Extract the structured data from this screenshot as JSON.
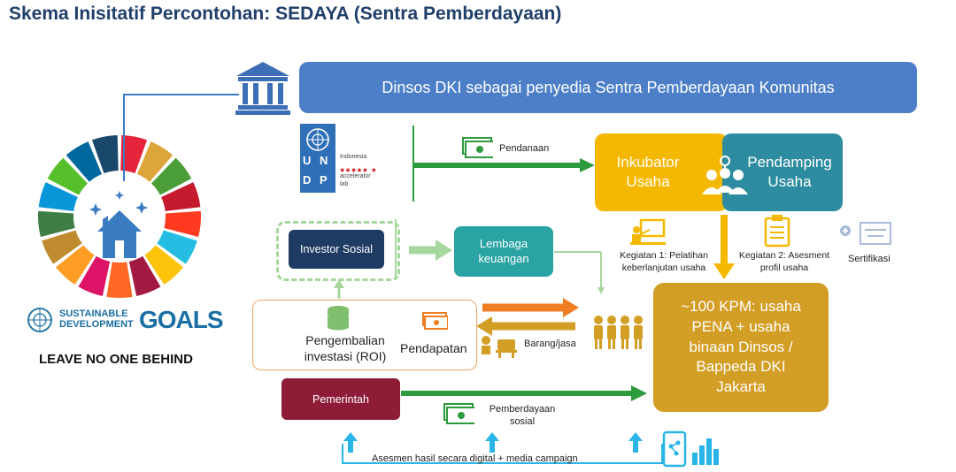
{
  "title": "Skema Inisitatif Percontohan: SEDAYA (Sentra Pemberdayaan)",
  "top_bar": "Dinsos DKI sebagai penyedia Sentra Pemberdayaan Komunitas",
  "undp": {
    "letters": [
      "U",
      "N",
      "D",
      "P"
    ],
    "sub1": "Indonesia",
    "sub2": "accelerator",
    "sub3": "lab"
  },
  "pendanaan": "Pendanaan",
  "inkubator": {
    "line1": "Inkubator",
    "line2": "Usaha"
  },
  "pendamping": {
    "line1": "Pendamping",
    "line2": "Usaha"
  },
  "investor": "Investor Sosial",
  "lembaga": {
    "line1": "Lembaga",
    "line2": "keuangan"
  },
  "kegiatan1": {
    "line1": "Kegiatan 1: Pelatihan",
    "line2": "keberlanjutan usaha"
  },
  "kegiatan2": {
    "line1": "Kegiatan 2: Asesment",
    "line2": "profil usaha"
  },
  "sertifikasi": "Sertifikasi",
  "kpm": {
    "l1": "~100 KPM: usaha",
    "l2": "PENA + usaha",
    "l3": "binaan Dinsos /",
    "l4": "Bappeda DKI",
    "l5": "Jakarta"
  },
  "roi": {
    "line1": "Pengembalian",
    "line2": "investasi (ROI)"
  },
  "pendapatan": "Pendapatan",
  "barang": "Barang/jasa",
  "pemerintah": "Pemerintah",
  "pemberdayaan": {
    "line1": "Pemberdayaan",
    "line2": "sosial"
  },
  "asesmen": "Asesmen hasil secara digital + media campaign",
  "sdg": {
    "line1": "SUSTAINABLE",
    "line2": "DEVELOPMENT",
    "goals": "GOALS"
  },
  "lnob": "LEAVE NO ONE BEHIND",
  "colors": {
    "green_arrow": "#2e9a3e",
    "light_green_arrow": "#a6d79c",
    "orange_arrow": "#ef7d22",
    "yellow": "#f5b800",
    "teal": "#2e8ca0",
    "navy": "#1d3b63",
    "blue_bar": "#4c7fc7",
    "maroon": "#8e1c37",
    "cyan": "#29b5e8"
  }
}
